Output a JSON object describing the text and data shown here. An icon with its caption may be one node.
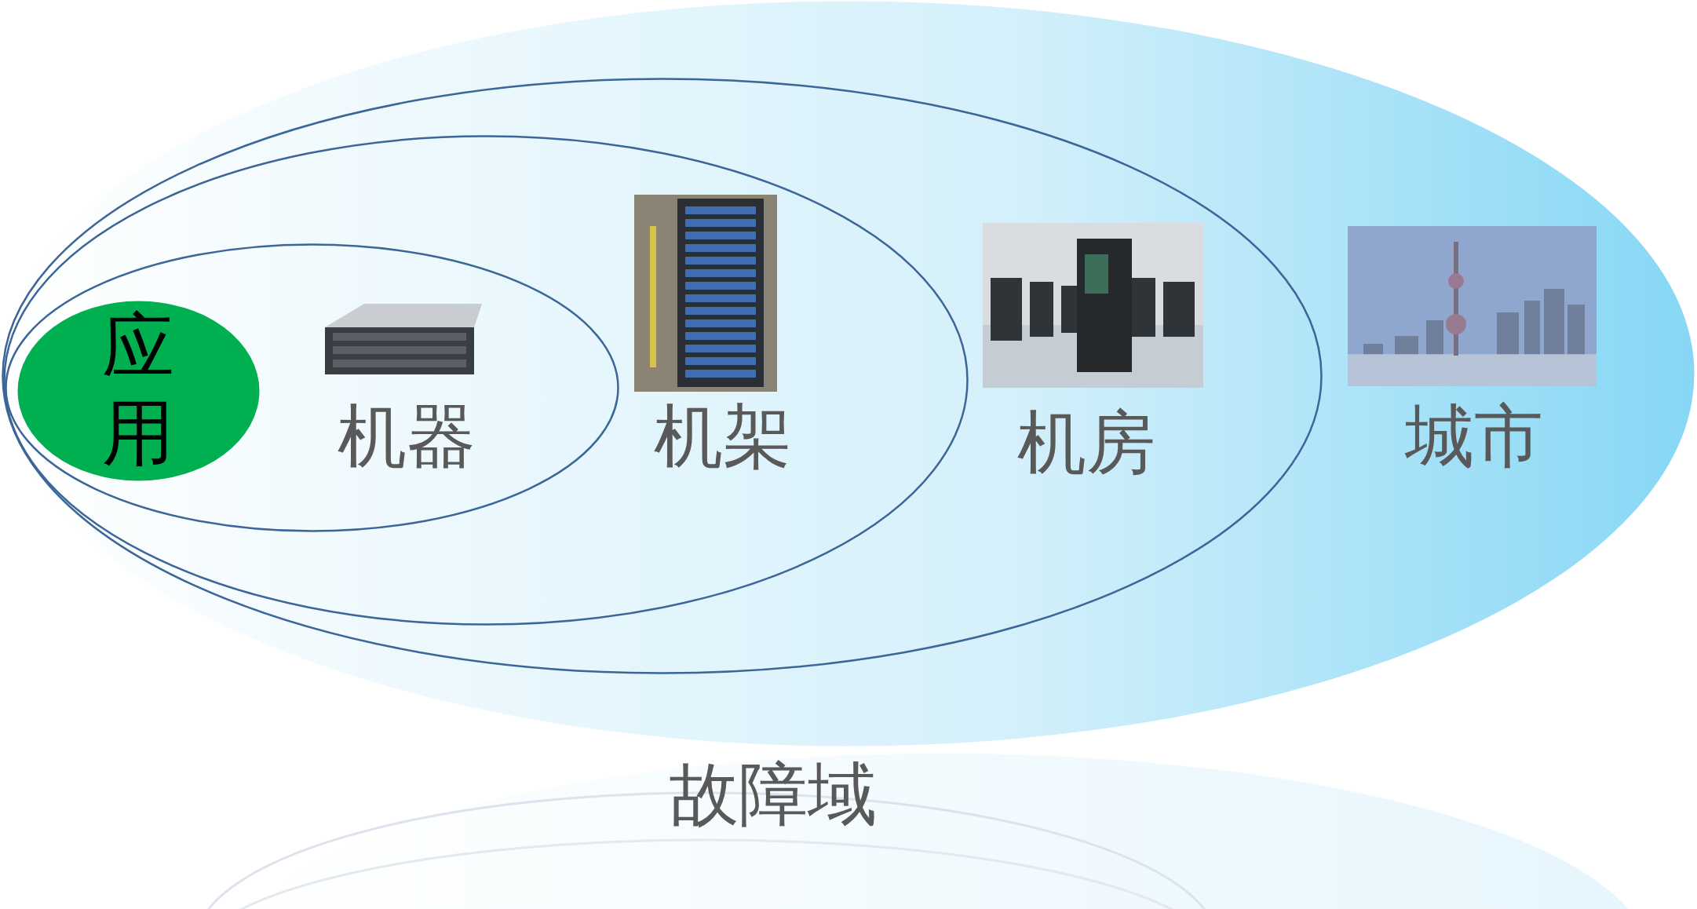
{
  "diagram": {
    "caption": "故障域",
    "nodes": [
      {
        "text": [
          "城市"
        ]
      },
      {
        "text": [
          "机房"
        ],
        "in": 0
      },
      {
        "text": [
          "机架"
        ],
        "in": 1
      },
      {
        "text": [
          "机器"
        ],
        "in": 2
      },
      {
        "text": [
          "应用"
        ],
        "in": 3
      }
    ]
  }
}
